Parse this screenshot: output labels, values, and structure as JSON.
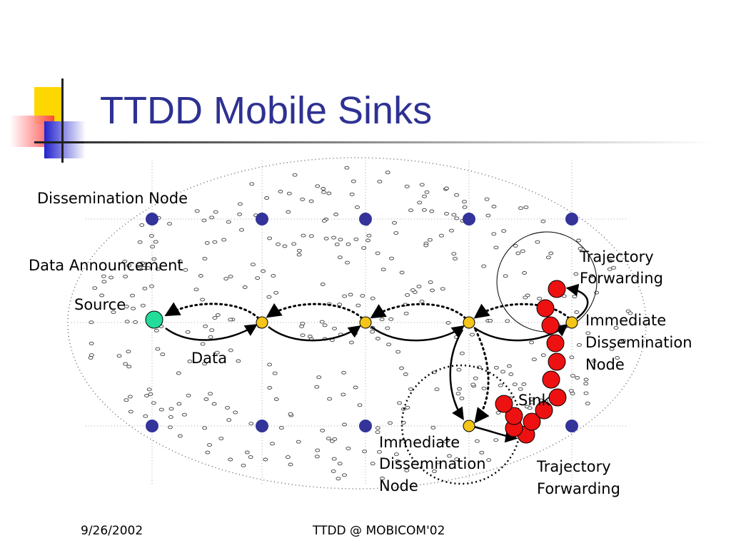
{
  "slide": {
    "title": "TTDD Mobile Sinks"
  },
  "labels": {
    "dissemination_node": "Dissemination Node",
    "data_announcement": "Data Announcement",
    "source": "Source",
    "data": "Data",
    "trajectory_forwarding_top": [
      "Trajectory",
      "Forwarding"
    ],
    "immediate_dissemination_right": [
      "Immediate",
      "Dissemination",
      "Node"
    ],
    "sink": "Sink",
    "immediate_dissemination_bottom": [
      "Immediate",
      "Dissemination",
      "Node"
    ],
    "trajectory_forwarding_bottom": [
      "Trajectory",
      "Forwarding"
    ]
  },
  "footer": {
    "date": "9/26/2002",
    "center": "TTDD @ MOBICOM'02"
  },
  "colors": {
    "title": "#2e3192",
    "dissemination_node": "#33339a",
    "source_node": "#22dd99",
    "data_path_node": "#f5c518",
    "sink_node": "#ee1111"
  }
}
